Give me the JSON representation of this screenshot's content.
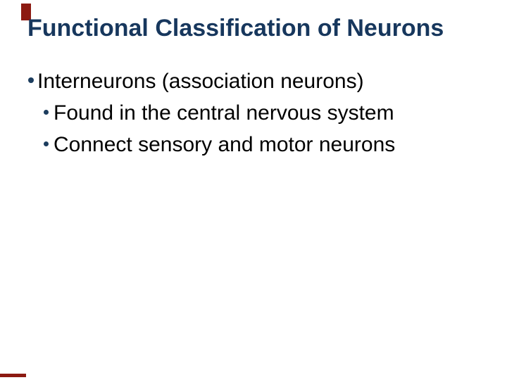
{
  "slide": {
    "title": "Functional Classification of Neurons",
    "bullets": [
      {
        "level": 1,
        "text": "Interneurons (association neurons)"
      },
      {
        "level": 2,
        "text": "Found in the central nervous system"
      },
      {
        "level": 2,
        "text": "Connect sensory and motor neurons"
      }
    ]
  },
  "icons": {
    "bullet_dot": "filled-circle"
  },
  "colors": {
    "background": "#FFFFFF",
    "title_text": "#17375D",
    "body_text": "#000000",
    "bullet_dot": "#1C3D5E",
    "accent_red": "#8C1A12"
  }
}
